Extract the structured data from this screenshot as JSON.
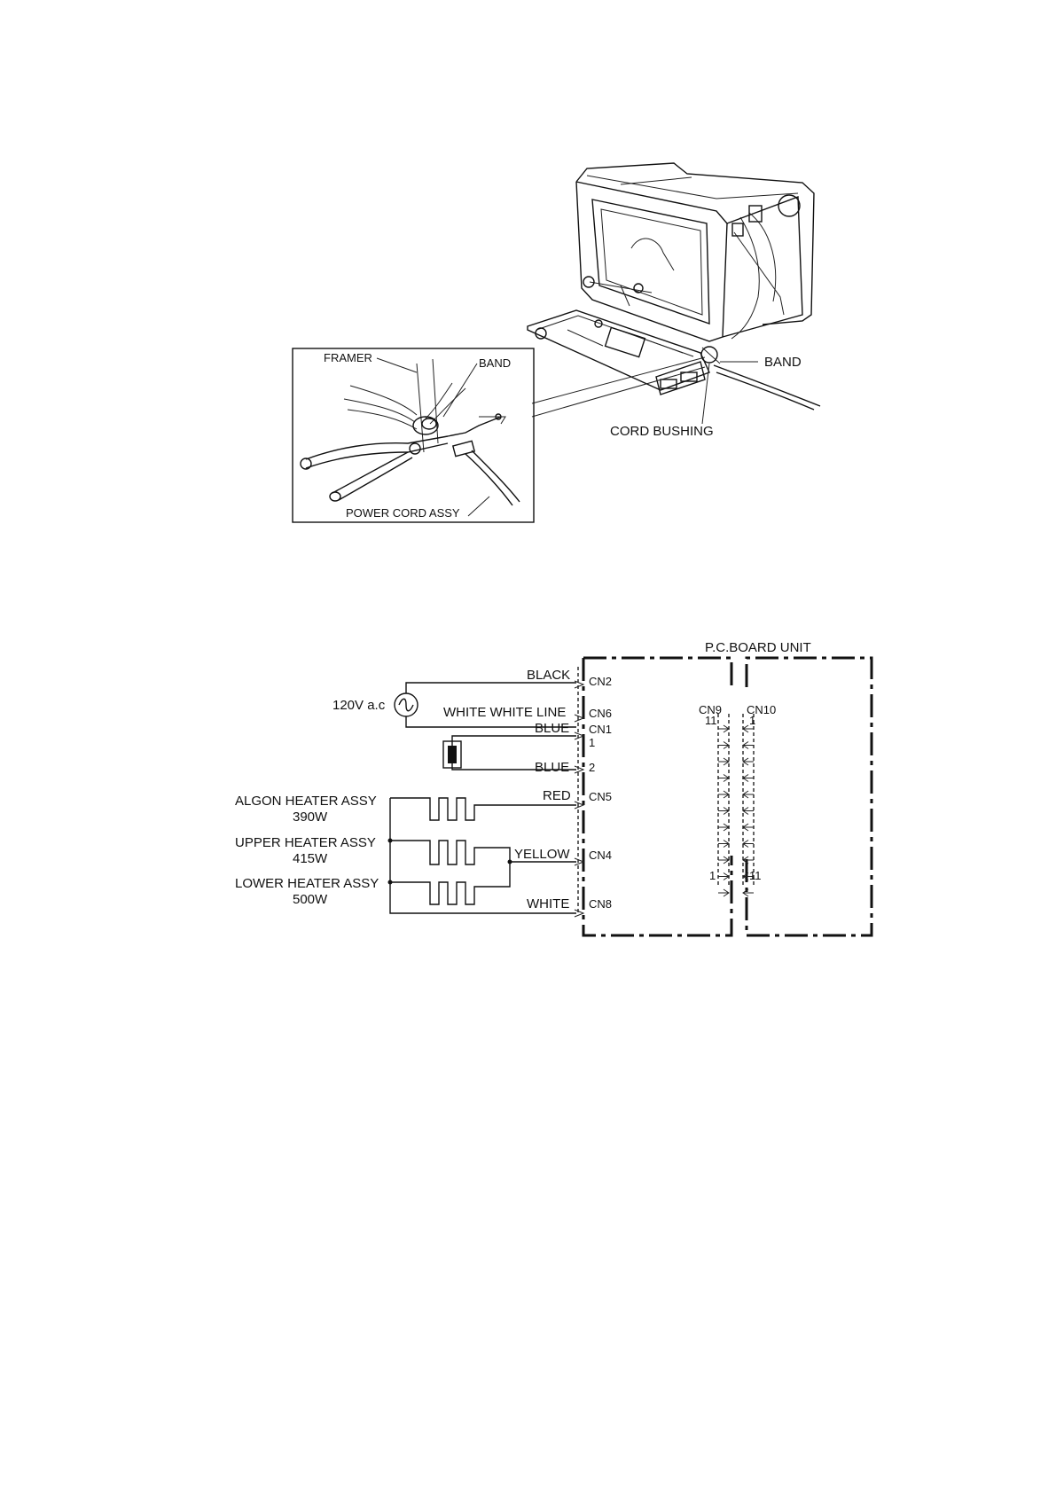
{
  "assembly_figure": {
    "callouts": {
      "framer": "FRAMER",
      "band_inset": "BAND",
      "band": "BAND",
      "cord_bushing": "CORD BUSHING",
      "power_cord_assy": "POWER CORD ASSY"
    }
  },
  "wiring_diagram": {
    "board_title": "P.C.BOARD UNIT",
    "source": "120V a.c",
    "wires": {
      "black": "BLACK",
      "white_line": "WHITE WHITE LINE",
      "blue_1": "BLUE",
      "blue_2": "BLUE",
      "red": "RED",
      "yellow": "YELLOW",
      "white": "WHITE"
    },
    "connectors": {
      "cn2": "CN2",
      "cn6": "CN6",
      "cn1": "CN1",
      "cn5": "CN5",
      "cn4": "CN4",
      "cn8": "CN8",
      "cn9": "CN9",
      "cn10": "CN10"
    },
    "pins": {
      "cn1_pin1": "1",
      "cn1_pin2": "2",
      "cn9_top": "11",
      "cn10_top": "1",
      "cn9_bottom": "1",
      "cn10_bottom": "11"
    },
    "heaters": [
      {
        "name": "ALGON HEATER ASSY",
        "power": "390W"
      },
      {
        "name": "UPPER HEATER ASSY",
        "power": "415W"
      },
      {
        "name": "LOWER HEATER ASSY",
        "power": "500W"
      }
    ]
  }
}
